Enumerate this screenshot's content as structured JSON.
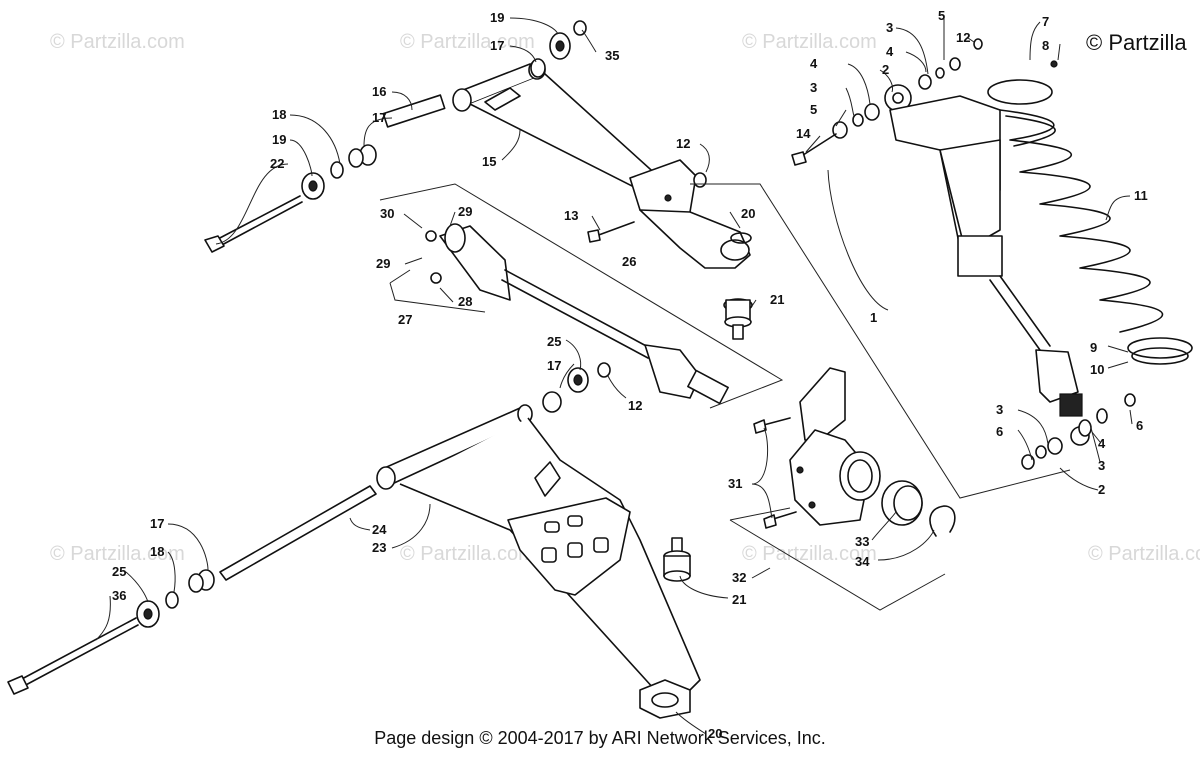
{
  "copyright_mark": "© Partzilla",
  "watermark": "© Partzilla.com",
  "footer": "Page design © 2004-2017 by ARI Network Services, Inc.",
  "callouts": [
    "19",
    "35",
    "17",
    "16",
    "18",
    "19",
    "17",
    "22",
    "15",
    "12",
    "13",
    "30",
    "29",
    "29",
    "28",
    "27",
    "26",
    "20",
    "21",
    "1",
    "3",
    "5",
    "4",
    "12",
    "7",
    "8",
    "4",
    "2",
    "3",
    "5",
    "14",
    "11",
    "9",
    "10",
    "25",
    "17",
    "12",
    "3",
    "6",
    "4",
    "3",
    "2",
    "6",
    "31",
    "33",
    "34",
    "32",
    "21",
    "17",
    "18",
    "25",
    "36",
    "24",
    "23",
    "20"
  ]
}
